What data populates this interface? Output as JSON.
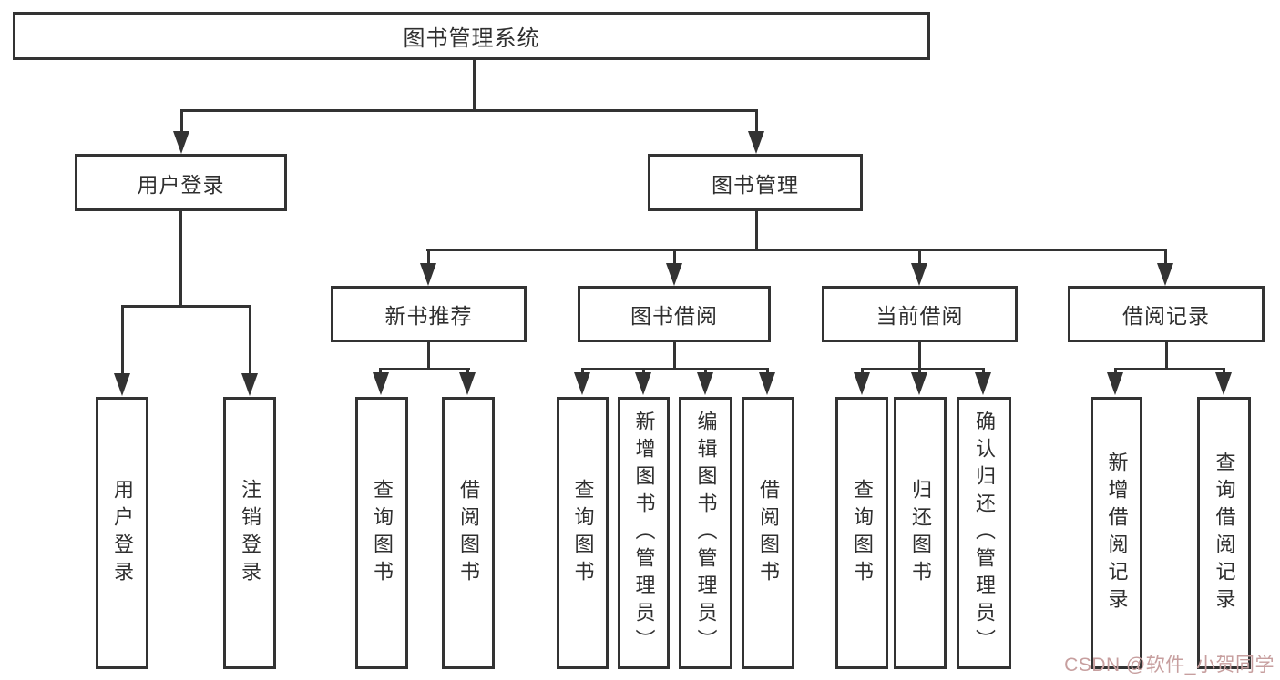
{
  "diagram": {
    "root": {
      "label": "图书管理系统"
    },
    "branches": [
      {
        "label": "用户登录",
        "children": [
          {
            "label": "用户登录"
          },
          {
            "label": "注销登录"
          }
        ]
      },
      {
        "label": "图书管理",
        "children": [
          {
            "label": "新书推荐",
            "children": [
              {
                "label": "查询图书"
              },
              {
                "label": "借阅图书"
              }
            ]
          },
          {
            "label": "图书借阅",
            "children": [
              {
                "label": "查询图书"
              },
              {
                "label": "新增图书（管理员）"
              },
              {
                "label": "编辑图书（管理员）"
              },
              {
                "label": "借阅图书"
              }
            ]
          },
          {
            "label": "当前借阅",
            "children": [
              {
                "label": "查询图书"
              },
              {
                "label": "归还图书"
              },
              {
                "label": "确认归还（管理员）"
              }
            ]
          },
          {
            "label": "借阅记录",
            "children": [
              {
                "label": "新增借阅记录"
              },
              {
                "label": "查询借阅记录"
              }
            ]
          }
        ]
      }
    ]
  },
  "watermark": {
    "text": "CSDN @软件_小贺同学",
    "color": "#c79f9f"
  },
  "colors": {
    "line": "#333333",
    "box_border": "#333333",
    "box_background": "#ffffff",
    "text": "#2f2f2f",
    "page_background": "#ffffff"
  }
}
